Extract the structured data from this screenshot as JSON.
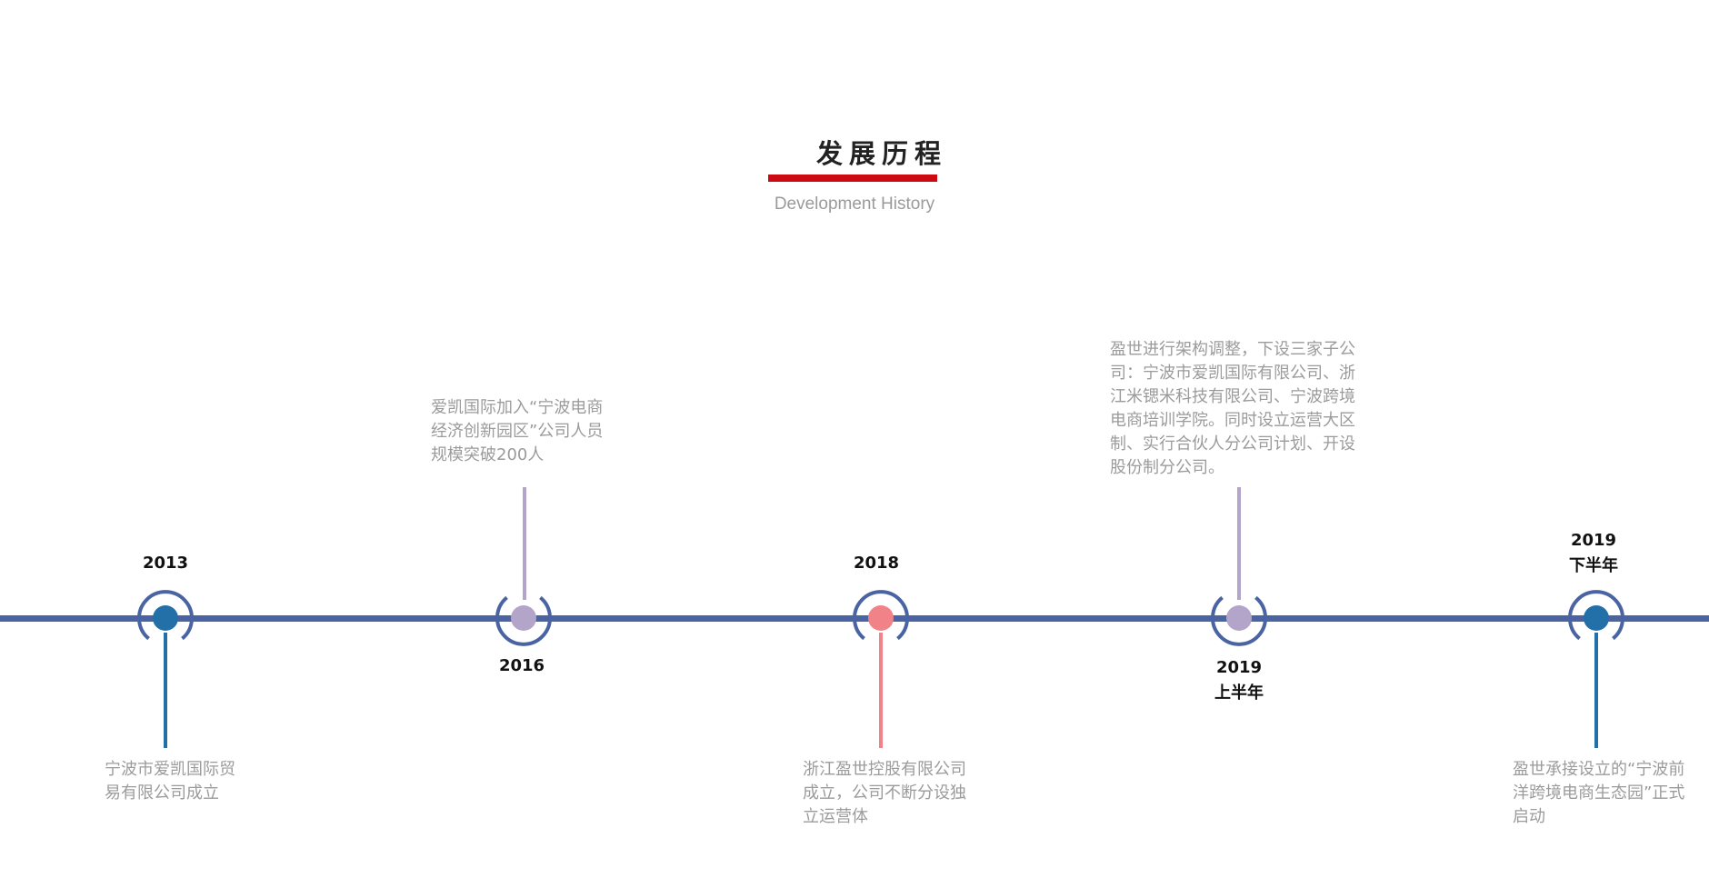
{
  "header": {
    "title": "发展历程",
    "subtitle": "Development History"
  },
  "colors": {
    "track": "#4a63a3",
    "accent_red": "#cc0a12",
    "blue": "#2370a8",
    "purple": "#b3a4c9",
    "pink": "#f08288"
  },
  "milestones": [
    {
      "year": "2013",
      "year_sub": "",
      "text": [
        "宁波市爱凯国际贸",
        "易有限公司成立"
      ]
    },
    {
      "year": "2016",
      "year_sub": "",
      "text": [
        "爱凯国际加入“宁波电商",
        "经济创新园区”公司人员",
        "规模突破200人"
      ]
    },
    {
      "year": "2018",
      "year_sub": "",
      "text": [
        "浙江盈世控股有限公司",
        "成立，公司不断分设独",
        "立运营体"
      ]
    },
    {
      "year": "2019",
      "year_sub": "上半年",
      "text": [
        "盈世进行架构调整，下设三家子公",
        "司：宁波市爱凯国际有限公司、浙",
        "江米锶米科技有限公司、宁波跨境",
        "电商培训学院。同时设立运营大区",
        "制、实行合伙人分公司计划、开设",
        "股份制分公司。"
      ]
    },
    {
      "year": "2019",
      "year_sub": "下半年",
      "text": [
        "盈世承接设立的“宁波前",
        "洋跨境电商生态园”正式",
        "启动"
      ]
    }
  ]
}
